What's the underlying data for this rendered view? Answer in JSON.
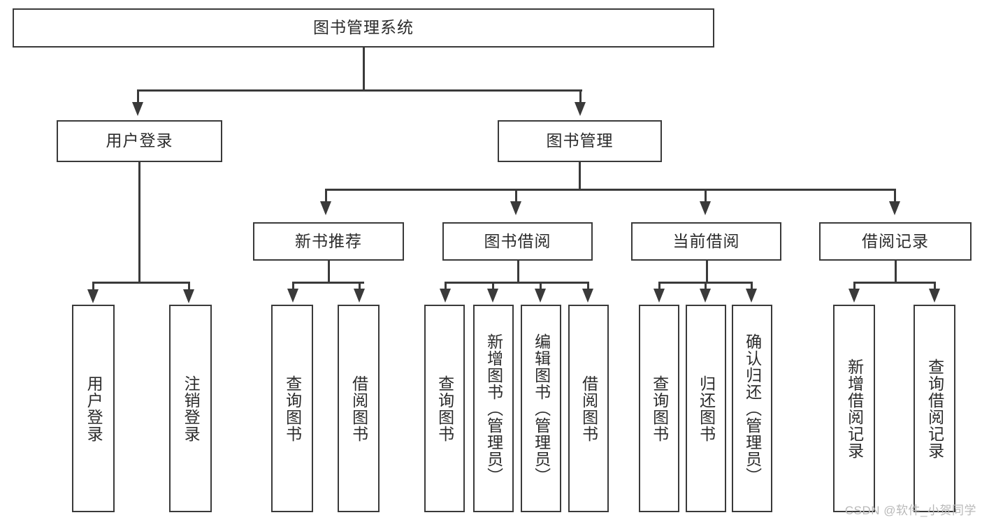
{
  "diagram": {
    "type": "tree-hierarchy",
    "root": {
      "label": "图书管理系统"
    },
    "level1": [
      {
        "label": "用户登录"
      },
      {
        "label": "图书管理"
      }
    ],
    "level2": [
      {
        "label": "新书推荐"
      },
      {
        "label": "图书借阅"
      },
      {
        "label": "当前借阅"
      },
      {
        "label": "借阅记录"
      }
    ],
    "leaves": {
      "user_login": [
        {
          "label": "用户登录"
        },
        {
          "label": "注销登录"
        }
      ],
      "new_book_recommend": [
        {
          "label": "查询图书"
        },
        {
          "label": "借阅图书"
        }
      ],
      "book_borrow": [
        {
          "label": "查询图书"
        },
        {
          "label": "新增图书（管理员）"
        },
        {
          "label": "编辑图书（管理员）"
        },
        {
          "label": "借阅图书"
        }
      ],
      "current_borrow": [
        {
          "label": "查询图书"
        },
        {
          "label": "归还图书"
        },
        {
          "label": "确认归还（管理员）"
        }
      ],
      "borrow_record": [
        {
          "label": "新增借阅记录"
        },
        {
          "label": "查询借阅记录"
        }
      ]
    }
  },
  "watermark": {
    "text": "CSDN @软件_小贺同学"
  },
  "colors": {
    "stroke": "#3a3a3a",
    "background": "#ffffff",
    "text": "#2b2b2b",
    "watermark": "#b9b9b9"
  }
}
